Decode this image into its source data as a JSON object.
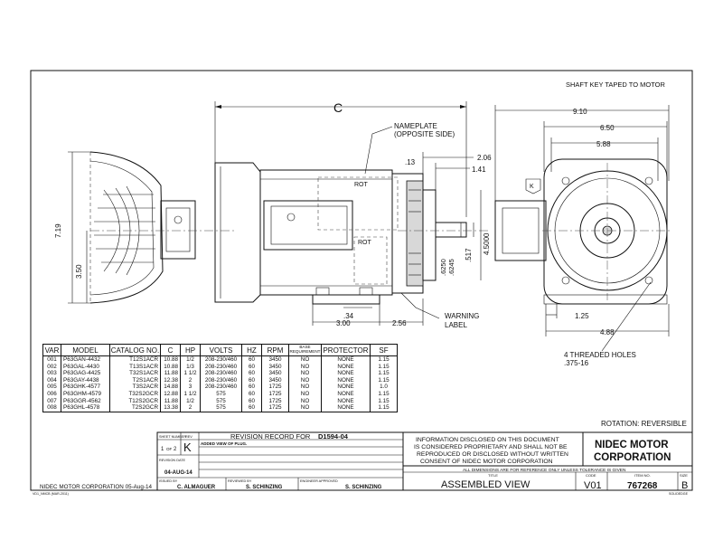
{
  "notes": {
    "shaft_key": "SHAFT KEY TAPED TO MOTOR",
    "nameplate_1": "NAMEPLATE",
    "nameplate_2": "(OPPOSITE SIDE)",
    "warning_1": "WARNING",
    "warning_2": "LABEL",
    "holes_1": "4  THREADED HOLES",
    "holes_2": ".375-16",
    "rotation": "ROTATION:  REVERSIBLE",
    "rot_tag": "ROT",
    "rev_k": "K"
  },
  "dims": {
    "c": "C",
    "d206": "2.06",
    "d141": "1.41",
    "d13": ".13",
    "d45000": "4.5000",
    "d517": ".517",
    "d6250": ".6250",
    "d6245": ".6245",
    "d719": "7.19",
    "d350": "3.50",
    "d34": ".34",
    "d300": "3.00",
    "d256": "2.56",
    "d910": "9.10",
    "d650": "6.50",
    "d588": "5.88",
    "d125": "1.25",
    "d488": "4.88"
  },
  "table": {
    "headers": [
      "VAR",
      "MODEL",
      "CATALOG NO.",
      "C",
      "HP",
      "VOLTS",
      "HZ",
      "RPM",
      "BASE REQUIREMENT",
      "PROTECTOR",
      "SF"
    ],
    "rows": [
      [
        "001",
        "P63GAN-4432",
        "T12S1ACR",
        "10.88",
        "1/2",
        "208-230/460",
        "60",
        "3450",
        "NO",
        "NONE",
        "1.15"
      ],
      [
        "002",
        "P63GAL-4430",
        "T13S1ACR",
        "10.88",
        "1/3",
        "208-230/460",
        "60",
        "3450",
        "NO",
        "NONE",
        "1.15"
      ],
      [
        "003",
        "P63GAG-4425",
        "T32S1ACR",
        "11.88",
        "1 1/2",
        "208-230/460",
        "60",
        "3450",
        "NO",
        "NONE",
        "1.15"
      ],
      [
        "004",
        "P63GAY-4438",
        "T2S1ACR",
        "12.38",
        "2",
        "208-230/460",
        "60",
        "3450",
        "NO",
        "NONE",
        "1.15"
      ],
      [
        "005",
        "P63GHK-4577",
        "T3S2ACR",
        "14.88",
        "3",
        "208-230/460",
        "60",
        "1725",
        "NO",
        "NONE",
        "1.0"
      ],
      [
        "006",
        "P63GHM-4579",
        "T32S2GCR",
        "12.88",
        "1 1/2",
        "575",
        "60",
        "1725",
        "NO",
        "NONE",
        "1.15"
      ],
      [
        "007",
        "P63GGR-4562",
        "T12S2GCR",
        "11.88",
        "1/2",
        "575",
        "60",
        "1725",
        "NO",
        "NONE",
        "1.15"
      ],
      [
        "008",
        "P63GHL-4578",
        "T2S2GCR",
        "13.38",
        "2",
        "575",
        "60",
        "1725",
        "NO",
        "NONE",
        "1.15"
      ]
    ]
  },
  "title_block": {
    "sheet_number_label": "SHEET NUMBER",
    "sheet_1": "1",
    "of": "OF",
    "sheet_2": "2",
    "rev_label": "REV",
    "rev": "K",
    "revision_record_prefix": "REVISION RECORD FOR",
    "revision_record_id": "D1594-04",
    "revision_note": "ADDED VIEW OF PLUG.",
    "revision_date_label": "REVISION DATE",
    "revision_date": "04-AUG-14",
    "issued_by_label": "ISSUED BY",
    "issued_by": "C. ALMAGUER",
    "reviewed_by_label": "REVIEWED BY",
    "reviewed_by": "S. SCHINZING",
    "engineer_label": "ENGINEER APPROVED",
    "engineer": "S. SCHINZING",
    "disclaimer_1": "INFORMATION DISCLOSED ON THIS DOCUMENT",
    "disclaimer_2": "IS CONSIDERED PROPRIETARY AND SHALL NOT BE",
    "disclaimer_3": "REPRODUCED OR DISCLOSED WITHOUT WRITTEN",
    "disclaimer_4": "CONSENT OF NIDEC MOTOR CORPORATION",
    "company_1": "NIDEC MOTOR",
    "company_2": "CORPORATION",
    "dims_note": "ALL DIMENSIONS ARE FOR REFERENCE ONLY UNLESS TOLERANCE IS GIVEN",
    "title_label": "TITLE",
    "title": "ASSEMBLED VIEW",
    "code_label": "CODE",
    "code": "V01",
    "item_label": "ITEM NO.",
    "item": "767268",
    "size_label": "SIZE",
    "size": "B",
    "footer_left": "NIDEC MOTOR CORPORATION 05-Aug-14",
    "form_code": "VD1_NMCB (MAR-2011)",
    "solidedge": "SOLIDEDGE"
  }
}
